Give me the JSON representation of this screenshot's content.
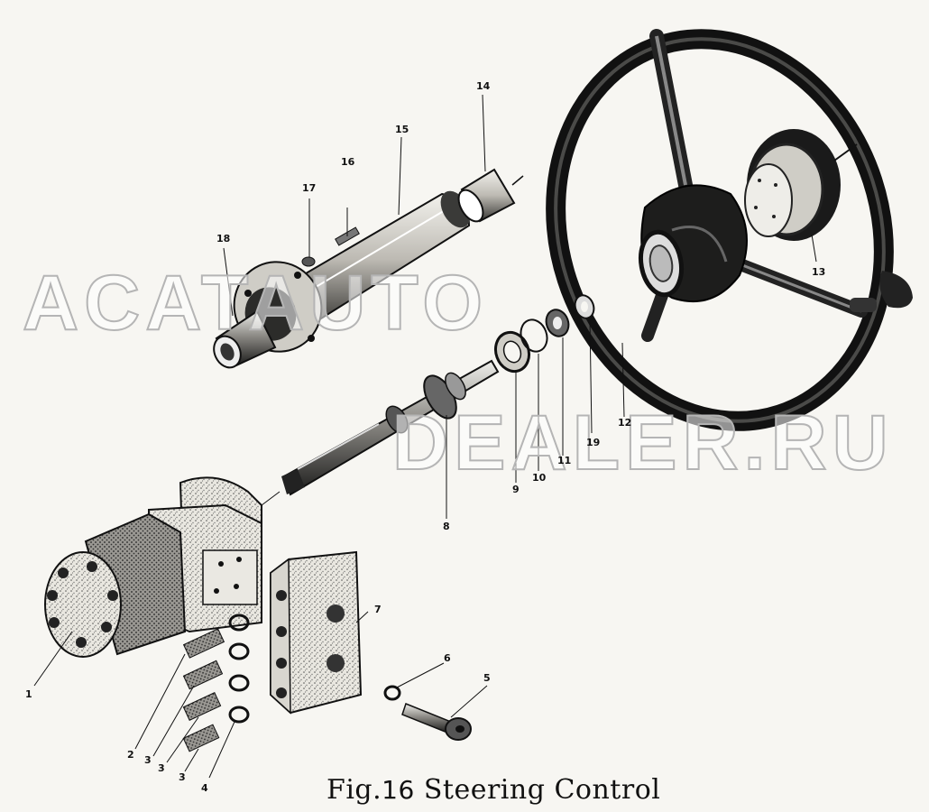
{
  "figure": {
    "caption_prefix": "Fig.",
    "caption_number": "16",
    "caption_title": "Steering Control"
  },
  "watermark": {
    "line1": "ACATAUTO",
    "line2": "DEALER.RU"
  },
  "callouts": [
    {
      "id": "1",
      "text": "1"
    },
    {
      "id": "2",
      "text": "2"
    },
    {
      "id": "3a",
      "text": "3"
    },
    {
      "id": "3b",
      "text": "3"
    },
    {
      "id": "3c",
      "text": "3"
    },
    {
      "id": "4",
      "text": "4"
    },
    {
      "id": "5",
      "text": "5"
    },
    {
      "id": "6",
      "text": "6"
    },
    {
      "id": "7",
      "text": "7"
    },
    {
      "id": "8",
      "text": "8"
    },
    {
      "id": "9",
      "text": "9"
    },
    {
      "id": "10",
      "text": "10"
    },
    {
      "id": "11",
      "text": "11"
    },
    {
      "id": "12",
      "text": "12"
    },
    {
      "id": "13",
      "text": "13"
    },
    {
      "id": "14",
      "text": "14"
    },
    {
      "id": "15",
      "text": "15"
    },
    {
      "id": "16",
      "text": "16"
    },
    {
      "id": "17",
      "text": "17"
    },
    {
      "id": "18",
      "text": "18"
    },
    {
      "id": "19",
      "text": "19"
    }
  ],
  "colors": {
    "ink": "#111111",
    "paper": "#f7f6f2",
    "watermark": "#c8c8c8"
  }
}
